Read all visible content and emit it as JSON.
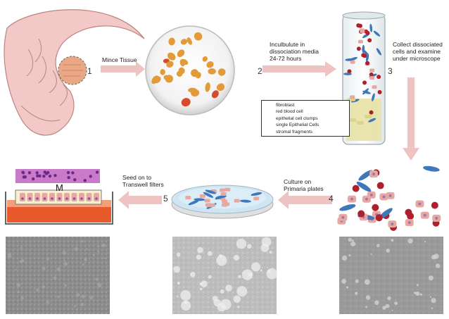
{
  "steps": [
    {
      "number": "1",
      "label": "Mince Tissue"
    },
    {
      "number": "2",
      "label": "Inculbulute in dissociation media 24-72 hours"
    },
    {
      "number": "3",
      "label": "Collect dissociated cells and examine under microscope"
    },
    {
      "number": "4",
      "label": "Culture on Primaria plates"
    },
    {
      "number": "5",
      "label": "Seed on to Transwell filters"
    }
  ],
  "label_lines": {
    "step2": [
      "Inculbulute in",
      "dissociation media",
      "24-72 hours"
    ],
    "step3": [
      "Collect dissociated",
      "cells and examine",
      "under microscope"
    ],
    "step4": [
      "Culture on",
      "Primaria  plates"
    ],
    "step5": [
      "Seed on to",
      "Transwell filters"
    ]
  },
  "legend": [
    {
      "label": "fibroblast",
      "icon": "fibroblast-icon"
    },
    {
      "label": "red blood cell",
      "icon": "red-blood-cell-icon"
    },
    {
      "label": "epithelial cell clumps",
      "icon": "epithelial-clump-icon"
    },
    {
      "label": "single  Epithelial Cells",
      "icon": "single-epithelial-icon"
    },
    {
      "label": "stromal fragments",
      "icon": "stromal-fragment-icon"
    }
  ],
  "membrane_label": "M",
  "colors": {
    "arrow": "#eec4c2",
    "tissue": "#f2c9c6",
    "tissue_edge": "#b98583",
    "fragment": "#e39b39",
    "epithelial": "#e9a7a2",
    "fibroblast": "#3f78b8",
    "rbc": "#b0202c",
    "stroma": "#e8e2a6",
    "dish": "#cfe6f2",
    "transwell_orange": "#e85a2c",
    "histology": "#c97ac9"
  }
}
